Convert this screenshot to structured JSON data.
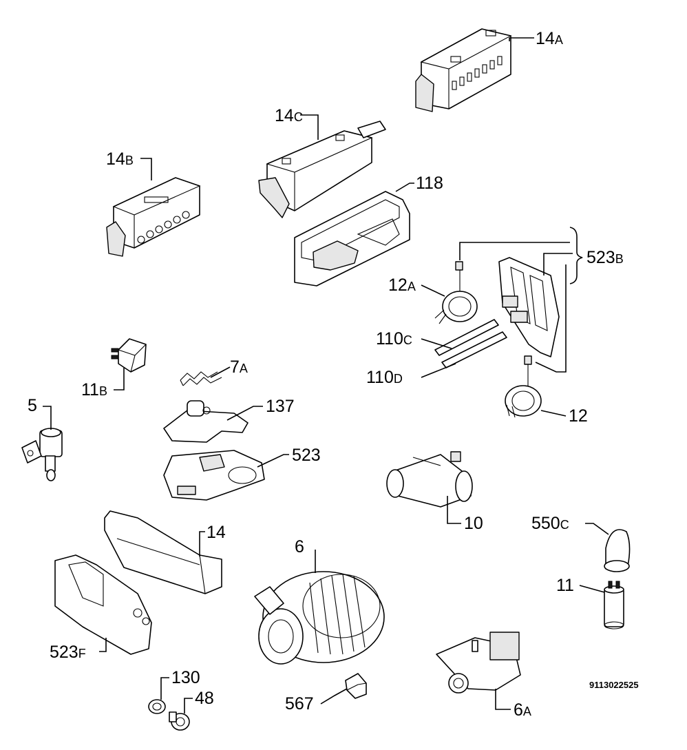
{
  "diagram": {
    "reference_number": "9113022525",
    "labels": [
      {
        "id": "14a",
        "main": "14",
        "suffix": "A"
      },
      {
        "id": "14c",
        "main": "14",
        "suffix": "C"
      },
      {
        "id": "14b",
        "main": "14",
        "suffix": "B"
      },
      {
        "id": "118",
        "main": "118",
        "suffix": ""
      },
      {
        "id": "523b",
        "main": "523",
        "suffix": "B"
      },
      {
        "id": "12a",
        "main": "12",
        "suffix": "A"
      },
      {
        "id": "110c",
        "main": "110",
        "suffix": "C"
      },
      {
        "id": "110d",
        "main": "110",
        "suffix": "D"
      },
      {
        "id": "12",
        "main": "12",
        "suffix": ""
      },
      {
        "id": "11b",
        "main": "11",
        "suffix": "B"
      },
      {
        "id": "7a",
        "main": "7",
        "suffix": "A"
      },
      {
        "id": "5",
        "main": "5",
        "suffix": ""
      },
      {
        "id": "137",
        "main": "137",
        "suffix": ""
      },
      {
        "id": "523",
        "main": "523",
        "suffix": ""
      },
      {
        "id": "10",
        "main": "10",
        "suffix": ""
      },
      {
        "id": "550c",
        "main": "550",
        "suffix": "C"
      },
      {
        "id": "14",
        "main": "14",
        "suffix": ""
      },
      {
        "id": "6",
        "main": "6",
        "suffix": ""
      },
      {
        "id": "11",
        "main": "11",
        "suffix": ""
      },
      {
        "id": "523f",
        "main": "523",
        "suffix": "F"
      },
      {
        "id": "130",
        "main": "130",
        "suffix": ""
      },
      {
        "id": "48",
        "main": "48",
        "suffix": ""
      },
      {
        "id": "567",
        "main": "567",
        "suffix": ""
      },
      {
        "id": "6a",
        "main": "6",
        "suffix": "A"
      }
    ]
  }
}
